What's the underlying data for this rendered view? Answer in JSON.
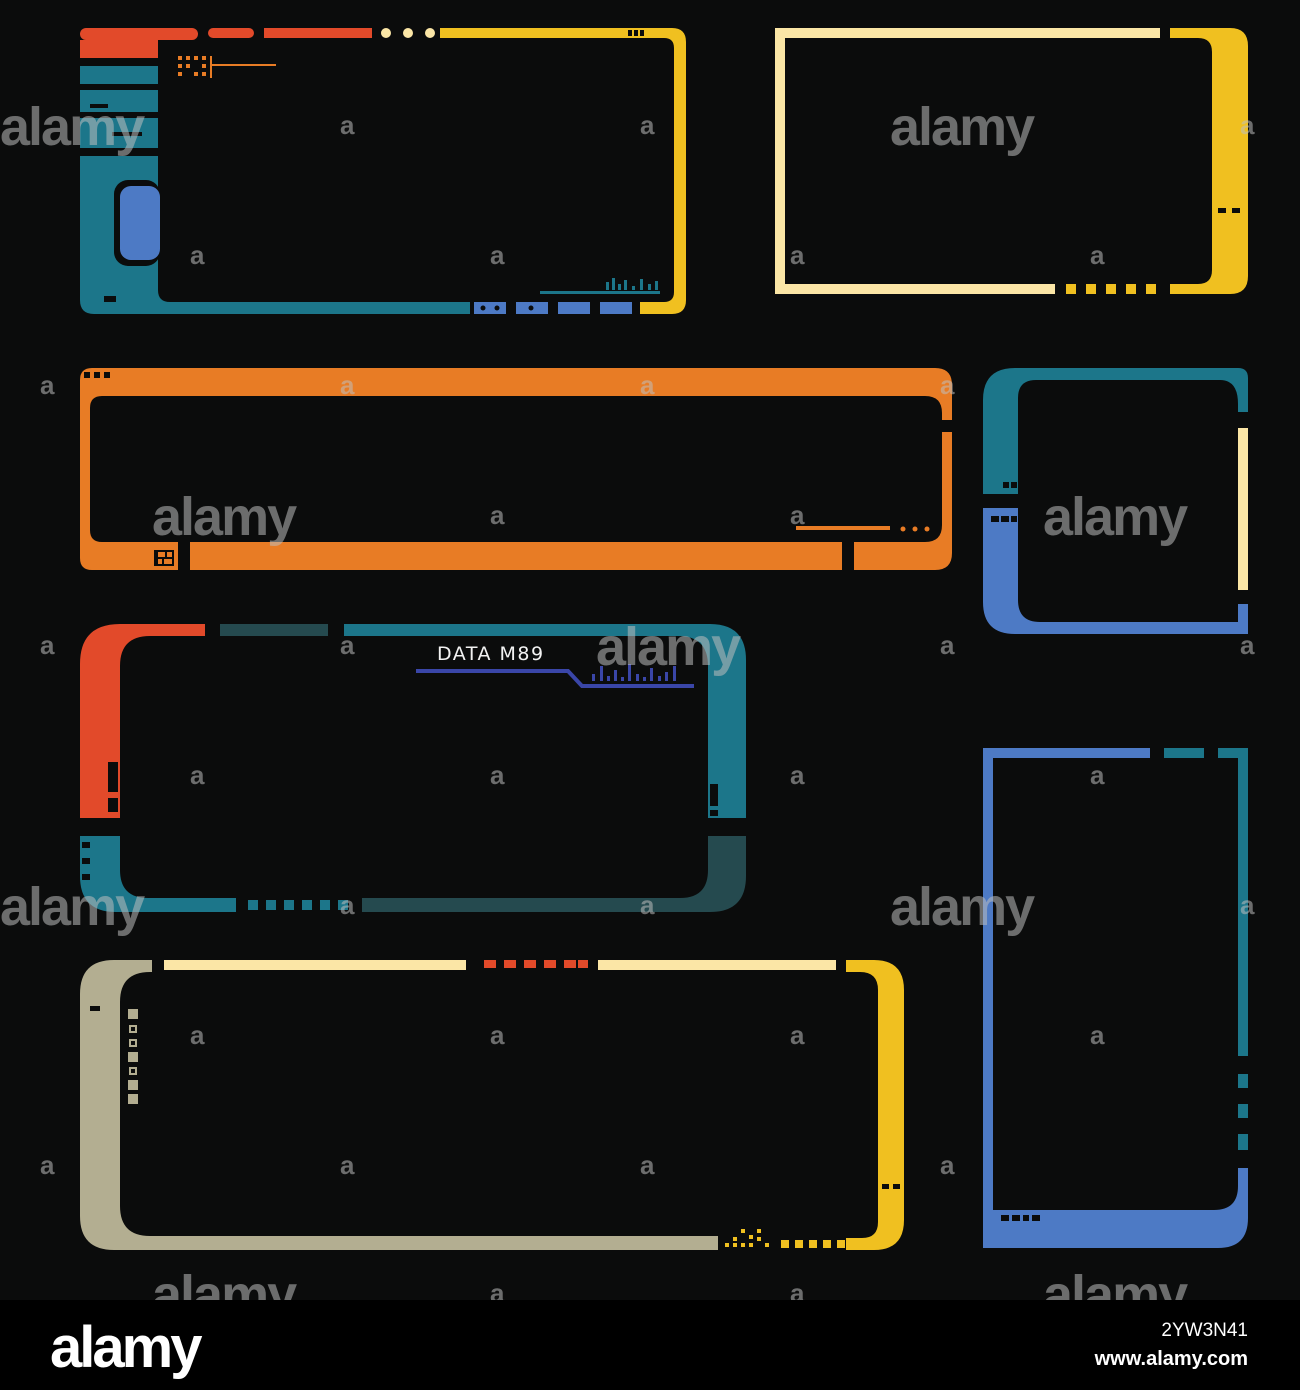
{
  "palette": {
    "background": "#0b0c0c",
    "red": "#e24a2a",
    "orange": "#e87c25",
    "yellow": "#f0c020",
    "cream": "#fbe6a6",
    "teal": "#1c768a",
    "blue": "#4d7ac5",
    "dark_teal": "#254a4f",
    "khaki": "#b3ae91"
  },
  "frames": {
    "frame_5": {
      "label": "DATA M89"
    }
  },
  "watermark": {
    "brand": "alamy",
    "glyph": "a"
  },
  "footer": {
    "logo": "alamy",
    "image_id": "2YW3N41",
    "site": "www.alamy.com"
  }
}
